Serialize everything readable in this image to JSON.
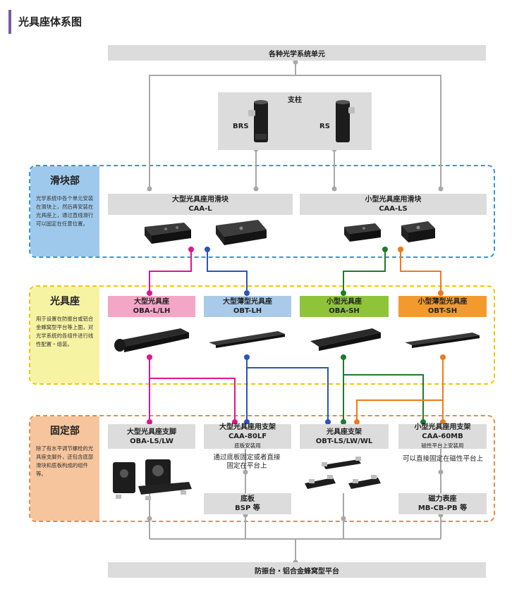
{
  "page": {
    "title": "光具座体系图"
  },
  "top": {
    "label": "各种光学系统单元"
  },
  "posts": {
    "title": "支柱",
    "left_label": "BRS",
    "right_label": "RS"
  },
  "slide_section": {
    "title": "滑块部",
    "desc": "光学系统中各个单元安装在滑块上，然后再安装在光具座上，通过直线滑行可以固定在任意位置。",
    "left": {
      "line1": "大型光具座用滑块",
      "line2": "CAA-L"
    },
    "right": {
      "line1": "小型光具座用滑块",
      "line2": "CAA-LS"
    }
  },
  "bench_section": {
    "title": "光具座",
    "desc": "用于设置在防振台或铝合金蜂窝型平台等上面，对光学系统的各组件进行线性配置・组装。",
    "items": [
      {
        "line1": "大型光具座",
        "line2": "OBA-L/LH",
        "color": "#f4a6c6"
      },
      {
        "line1": "大型薄型光具座",
        "line2": "OBT-LH",
        "color": "#a9cbe9"
      },
      {
        "line1": "小型光具座",
        "line2": "OBA-SH",
        "color": "#8fc43a"
      },
      {
        "line1": "小型薄型光具座",
        "line2": "OBT-SH",
        "color": "#f29a2e"
      }
    ]
  },
  "fix_section": {
    "title": "固定部",
    "desc": "除了有水平调节螺栓的光具座支脚外，还包含底部滑块和底板构成的组件等。",
    "items": [
      {
        "line1": "大型光具座支脚",
        "line2": "OBA-LS/LW",
        "line3": ""
      },
      {
        "line1": "大型光具座用支架",
        "line2": "CAA-80LF",
        "line3": "底板安装用"
      },
      {
        "line1": "光具座支架",
        "line2": "OBT-LS/LW/WL",
        "line3": ""
      },
      {
        "line1": "小型光具座用支架",
        "line2": "CAA-60MB",
        "line3": "磁性平台上安装用"
      }
    ],
    "note_left": "通过底板固定或者直接固定在平台上",
    "note_right": "可以直接固定在磁性平台上",
    "sub_left": {
      "line1": "底板",
      "line2": "BSP 等"
    },
    "sub_right": {
      "line1": "磁力表座",
      "line2": "MB-CB-PB 等"
    }
  },
  "bottom": {
    "label": "防振台・铝合金蜂窝型平台"
  },
  "colors": {
    "accent_purple": "#7a5aa6",
    "slide_border": "#2a9be0",
    "bench_border": "#f0c800",
    "fix_border": "#f08a3c",
    "wire_pink": "#e0158a",
    "wire_blue": "#2b56b8",
    "wire_green": "#1f7a2e",
    "wire_orange": "#ee7a1a"
  }
}
